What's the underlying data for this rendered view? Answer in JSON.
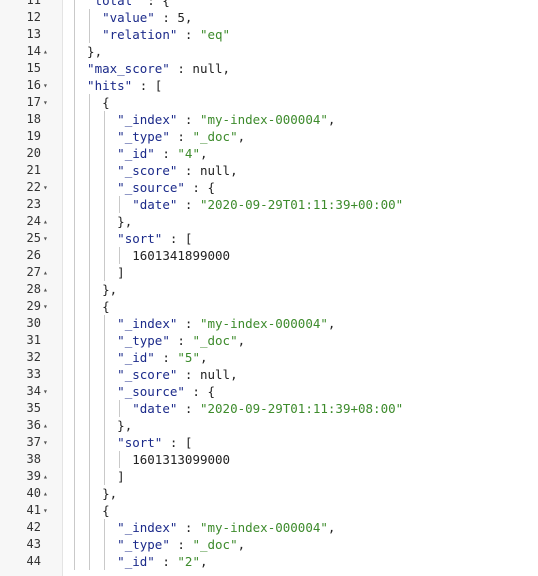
{
  "editor": {
    "colors": {
      "key": "#1b2a8a",
      "string": "#3d8b2c",
      "punct": "#222222",
      "gutter_bg": "#f7f7f7"
    },
    "fold_icons": {
      "open": "caret-down-icon",
      "closed": "caret-up-icon"
    },
    "lines": [
      {
        "num": "11",
        "fold": "",
        "depth": 4,
        "tokens": [
          {
            "t": "\"total\"",
            "c": "k"
          },
          {
            "t": " : {",
            "c": "p"
          }
        ]
      },
      {
        "num": "12",
        "fold": "",
        "depth": 5,
        "tokens": [
          {
            "t": "\"value\"",
            "c": "k"
          },
          {
            "t": " : 5,",
            "c": "p"
          }
        ]
      },
      {
        "num": "13",
        "fold": "",
        "depth": 5,
        "tokens": [
          {
            "t": "\"relation\"",
            "c": "k"
          },
          {
            "t": " : ",
            "c": "p"
          },
          {
            "t": "\"eq\"",
            "c": "s"
          }
        ]
      },
      {
        "num": "14",
        "fold": "▴",
        "depth": 4,
        "tokens": [
          {
            "t": "},",
            "c": "p"
          }
        ]
      },
      {
        "num": "15",
        "fold": "",
        "depth": 4,
        "tokens": [
          {
            "t": "\"max_score\"",
            "c": "k"
          },
          {
            "t": " : null,",
            "c": "p"
          }
        ]
      },
      {
        "num": "16",
        "fold": "▾",
        "depth": 4,
        "tokens": [
          {
            "t": "\"hits\"",
            "c": "k"
          },
          {
            "t": " : [",
            "c": "p"
          }
        ]
      },
      {
        "num": "17",
        "fold": "▾",
        "depth": 5,
        "tokens": [
          {
            "t": "{",
            "c": "p"
          }
        ]
      },
      {
        "num": "18",
        "fold": "",
        "depth": 6,
        "tokens": [
          {
            "t": "\"_index\"",
            "c": "k"
          },
          {
            "t": " : ",
            "c": "p"
          },
          {
            "t": "\"my-index-000004\"",
            "c": "s"
          },
          {
            "t": ",",
            "c": "p"
          }
        ]
      },
      {
        "num": "19",
        "fold": "",
        "depth": 6,
        "tokens": [
          {
            "t": "\"_type\"",
            "c": "k"
          },
          {
            "t": " : ",
            "c": "p"
          },
          {
            "t": "\"_doc\"",
            "c": "s"
          },
          {
            "t": ",",
            "c": "p"
          }
        ]
      },
      {
        "num": "20",
        "fold": "",
        "depth": 6,
        "tokens": [
          {
            "t": "\"_id\"",
            "c": "k"
          },
          {
            "t": " : ",
            "c": "p"
          },
          {
            "t": "\"4\"",
            "c": "s"
          },
          {
            "t": ",",
            "c": "p"
          }
        ]
      },
      {
        "num": "21",
        "fold": "",
        "depth": 6,
        "tokens": [
          {
            "t": "\"_score\"",
            "c": "k"
          },
          {
            "t": " : null,",
            "c": "p"
          }
        ]
      },
      {
        "num": "22",
        "fold": "▾",
        "depth": 6,
        "tokens": [
          {
            "t": "\"_source\"",
            "c": "k"
          },
          {
            "t": " : {",
            "c": "p"
          }
        ]
      },
      {
        "num": "23",
        "fold": "",
        "depth": 7,
        "tokens": [
          {
            "t": "\"date\"",
            "c": "k"
          },
          {
            "t": " : ",
            "c": "p"
          },
          {
            "t": "\"2020-09-29T01:11:39+00:00\"",
            "c": "s"
          }
        ]
      },
      {
        "num": "24",
        "fold": "▴",
        "depth": 6,
        "tokens": [
          {
            "t": "},",
            "c": "p"
          }
        ]
      },
      {
        "num": "25",
        "fold": "▾",
        "depth": 6,
        "tokens": [
          {
            "t": "\"sort\"",
            "c": "k"
          },
          {
            "t": " : [",
            "c": "p"
          }
        ]
      },
      {
        "num": "26",
        "fold": "",
        "depth": 7,
        "tokens": [
          {
            "t": "1601341899000",
            "c": "n"
          }
        ]
      },
      {
        "num": "27",
        "fold": "▴",
        "depth": 6,
        "tokens": [
          {
            "t": "]",
            "c": "p"
          }
        ]
      },
      {
        "num": "28",
        "fold": "▴",
        "depth": 5,
        "tokens": [
          {
            "t": "},",
            "c": "p"
          }
        ]
      },
      {
        "num": "29",
        "fold": "▾",
        "depth": 5,
        "tokens": [
          {
            "t": "{",
            "c": "p"
          }
        ]
      },
      {
        "num": "30",
        "fold": "",
        "depth": 6,
        "tokens": [
          {
            "t": "\"_index\"",
            "c": "k"
          },
          {
            "t": " : ",
            "c": "p"
          },
          {
            "t": "\"my-index-000004\"",
            "c": "s"
          },
          {
            "t": ",",
            "c": "p"
          }
        ]
      },
      {
        "num": "31",
        "fold": "",
        "depth": 6,
        "tokens": [
          {
            "t": "\"_type\"",
            "c": "k"
          },
          {
            "t": " : ",
            "c": "p"
          },
          {
            "t": "\"_doc\"",
            "c": "s"
          },
          {
            "t": ",",
            "c": "p"
          }
        ]
      },
      {
        "num": "32",
        "fold": "",
        "depth": 6,
        "tokens": [
          {
            "t": "\"_id\"",
            "c": "k"
          },
          {
            "t": " : ",
            "c": "p"
          },
          {
            "t": "\"5\"",
            "c": "s"
          },
          {
            "t": ",",
            "c": "p"
          }
        ]
      },
      {
        "num": "33",
        "fold": "",
        "depth": 6,
        "tokens": [
          {
            "t": "\"_score\"",
            "c": "k"
          },
          {
            "t": " : null,",
            "c": "p"
          }
        ]
      },
      {
        "num": "34",
        "fold": "▾",
        "depth": 6,
        "tokens": [
          {
            "t": "\"_source\"",
            "c": "k"
          },
          {
            "t": " : {",
            "c": "p"
          }
        ]
      },
      {
        "num": "35",
        "fold": "",
        "depth": 7,
        "tokens": [
          {
            "t": "\"date\"",
            "c": "k"
          },
          {
            "t": " : ",
            "c": "p"
          },
          {
            "t": "\"2020-09-29T01:11:39+08:00\"",
            "c": "s"
          }
        ]
      },
      {
        "num": "36",
        "fold": "▴",
        "depth": 6,
        "tokens": [
          {
            "t": "},",
            "c": "p"
          }
        ]
      },
      {
        "num": "37",
        "fold": "▾",
        "depth": 6,
        "tokens": [
          {
            "t": "\"sort\"",
            "c": "k"
          },
          {
            "t": " : [",
            "c": "p"
          }
        ]
      },
      {
        "num": "38",
        "fold": "",
        "depth": 7,
        "tokens": [
          {
            "t": "1601313099000",
            "c": "n"
          }
        ]
      },
      {
        "num": "39",
        "fold": "▴",
        "depth": 6,
        "tokens": [
          {
            "t": "]",
            "c": "p"
          }
        ]
      },
      {
        "num": "40",
        "fold": "▴",
        "depth": 5,
        "tokens": [
          {
            "t": "},",
            "c": "p"
          }
        ]
      },
      {
        "num": "41",
        "fold": "▾",
        "depth": 5,
        "tokens": [
          {
            "t": "{",
            "c": "p"
          }
        ]
      },
      {
        "num": "42",
        "fold": "",
        "depth": 6,
        "tokens": [
          {
            "t": "\"_index\"",
            "c": "k"
          },
          {
            "t": " : ",
            "c": "p"
          },
          {
            "t": "\"my-index-000004\"",
            "c": "s"
          },
          {
            "t": ",",
            "c": "p"
          }
        ]
      },
      {
        "num": "43",
        "fold": "",
        "depth": 6,
        "tokens": [
          {
            "t": "\"_type\"",
            "c": "k"
          },
          {
            "t": " : ",
            "c": "p"
          },
          {
            "t": "\"_doc\"",
            "c": "s"
          },
          {
            "t": ",",
            "c": "p"
          }
        ]
      },
      {
        "num": "44",
        "fold": "",
        "depth": 6,
        "tokens": [
          {
            "t": "\"_id\"",
            "c": "k"
          },
          {
            "t": " : ",
            "c": "p"
          },
          {
            "t": "\"2\"",
            "c": "s"
          },
          {
            "t": ",",
            "c": "p"
          }
        ]
      }
    ]
  }
}
